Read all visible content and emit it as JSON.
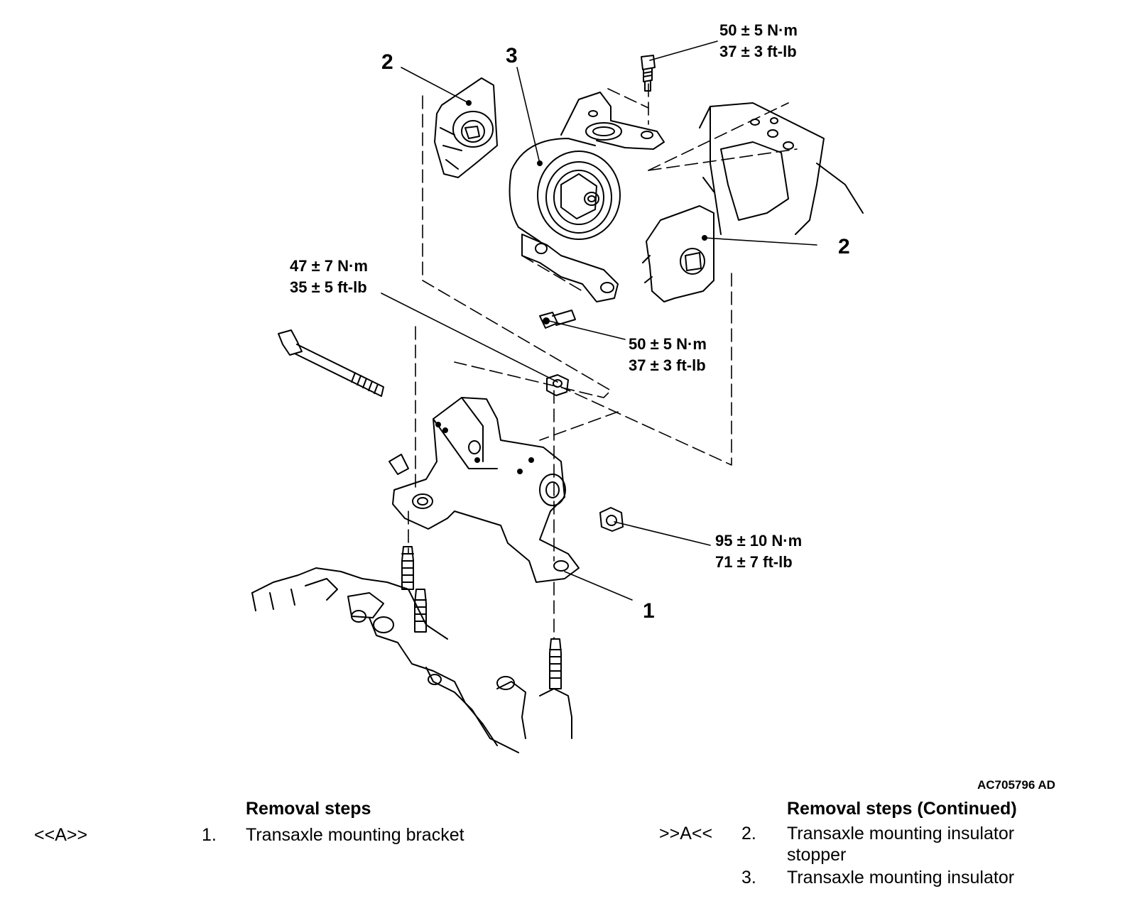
{
  "callouts": {
    "c1": "1",
    "c2a": "2",
    "c2b": "2",
    "c3": "3"
  },
  "torques": {
    "t_top": {
      "nm": "50 ± 5 N·m",
      "ftlb": "37 ± 3 ft-lb"
    },
    "t_left": {
      "nm": "47 ± 7 N·m",
      "ftlb": "35 ± 5 ft-lb"
    },
    "t_mid": {
      "nm": "50 ± 5 N·m",
      "ftlb": "37 ± 3 ft-lb"
    },
    "t_nut": {
      "nm": "95 ± 10 N·m",
      "ftlb": "71 ± 7 ft-lb"
    }
  },
  "figure_id": "AC705796 AD",
  "removal_left": {
    "title": "Removal steps",
    "ref": "<<A>>",
    "num": "1.",
    "text": "Transaxle mounting bracket"
  },
  "removal_right": {
    "title": "Removal steps (Continued)",
    "ref": ">>A<<",
    "num2": "2.",
    "text2_line1": "Transaxle mounting insulator",
    "text2_line2": "stopper",
    "num3": "3.",
    "text3": "Transaxle mounting insulator"
  }
}
